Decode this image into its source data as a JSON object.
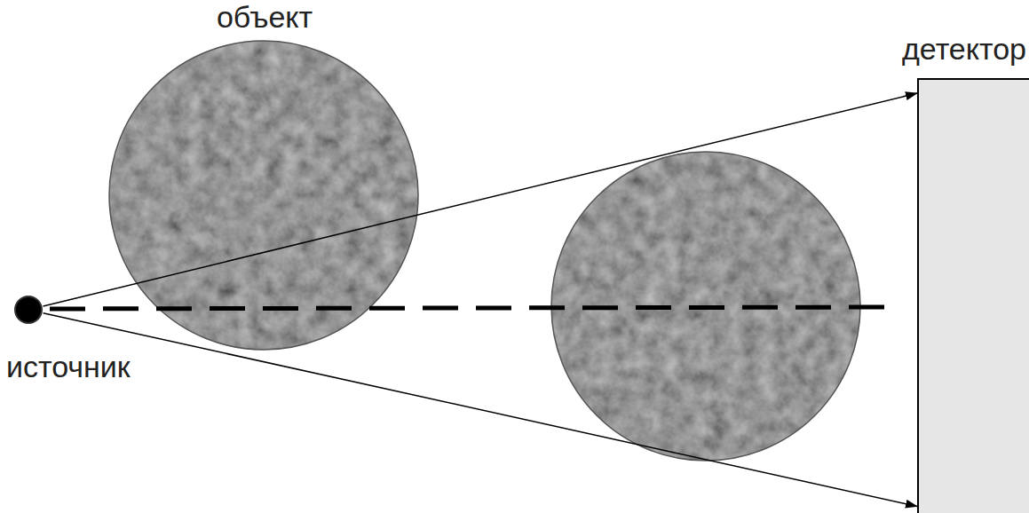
{
  "diagram": {
    "nodes": [
      {
        "text": [
          "объект"
        ]
      },
      {
        "text": [
          "детектор"
        ]
      },
      {
        "text": [
          "источник"
        ]
      }
    ],
    "edges": [
      {
        "from": 2,
        "to": 1,
        "arrow": "to"
      },
      {
        "from": 2,
        "to": 1,
        "arrow": "to"
      }
    ]
  }
}
